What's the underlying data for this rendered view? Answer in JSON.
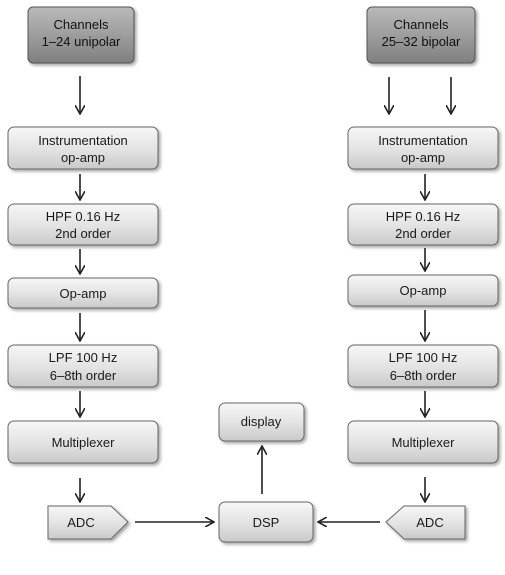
{
  "diagram": {
    "left": {
      "source": [
        "Channels",
        "1–24 unipolar"
      ],
      "stages": [
        [
          "Instrumentation",
          "op-amp"
        ],
        [
          "HPF 0.16 Hz",
          "2nd order"
        ],
        [
          "Op-amp"
        ],
        [
          "LPF 100 Hz",
          "6–8th order"
        ],
        [
          "Multiplexer"
        ]
      ],
      "adc": "ADC"
    },
    "right": {
      "source": [
        "Channels",
        "25–32  bipolar"
      ],
      "stages": [
        [
          "Instrumentation",
          "op-amp"
        ],
        [
          "HPF 0.16 Hz",
          "2nd order"
        ],
        [
          "Op-amp"
        ],
        [
          "LPF 100 Hz",
          "6–8th order"
        ],
        [
          "Multiplexer"
        ]
      ],
      "adc": "ADC"
    },
    "dsp": "DSP",
    "display": "display"
  }
}
